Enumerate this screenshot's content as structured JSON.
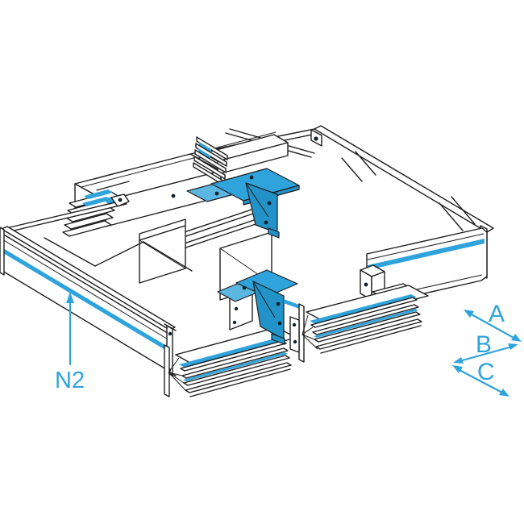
{
  "figure": {
    "kind": "busbar-trunking-technical-drawing",
    "description_label": "N2",
    "labels": {
      "n2": "N2",
      "dim_a": "A",
      "dim_b": "B",
      "dim_c": "C"
    }
  },
  "colors": {
    "accent": "#2fa3dc",
    "accent_dark": "#2293c8",
    "accent_light": "#5cb6e2",
    "line": "#1e1e1e",
    "bolt": "#10222c",
    "paper": "#ffffff"
  }
}
